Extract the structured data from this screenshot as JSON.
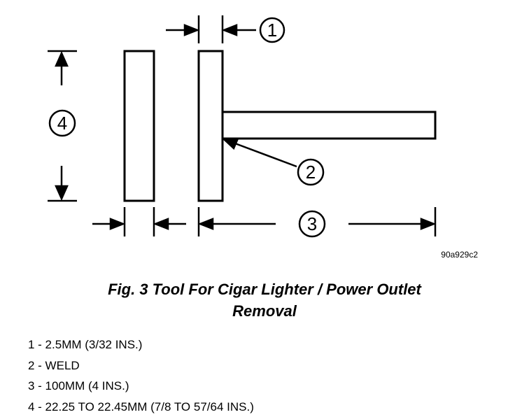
{
  "figure": {
    "figure_id": "90a929c2",
    "callouts": [
      "1",
      "2",
      "3",
      "4"
    ]
  },
  "caption": {
    "line1": "Fig. 3 Tool For Cigar Lighter / Power Outlet",
    "line2": "Removal"
  },
  "legend": [
    "1 - 2.5MM (3/32 INS.)",
    "2 - WELD",
    "3 - 100MM (4 INS.)",
    "4 - 22.25 TO 22.45MM (7/8 TO 57/64 INS.)"
  ]
}
